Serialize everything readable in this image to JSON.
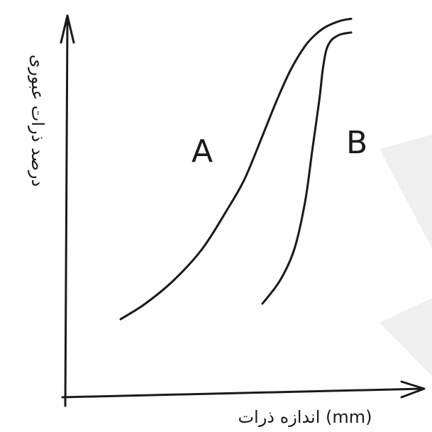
{
  "chart_data": {
    "type": "line",
    "title": "",
    "xlabel": "(mm) اندازه ذرات",
    "ylabel": "درصد ذرات عبوری",
    "x_ticks": [],
    "y_ticks": [],
    "xlim": [
      0,
      100
    ],
    "ylim": [
      0,
      100
    ],
    "grid": false,
    "legend": "none",
    "series": [
      {
        "name": "A",
        "color": "#1a1a1a",
        "x": [
          15,
          22,
          30,
          38,
          45,
          50,
          55,
          59,
          63,
          67,
          70,
          73,
          77,
          80
        ],
        "y": [
          20,
          24,
          30,
          38,
          48,
          56,
          67,
          76,
          84,
          90,
          93,
          95,
          96.5,
          97
        ]
      },
      {
        "name": "B",
        "color": "#1a1a1a",
        "x": [
          55,
          60,
          64,
          67,
          69,
          71,
          72,
          73,
          74,
          75,
          77,
          80
        ],
        "y": [
          24,
          30,
          38,
          50,
          63,
          76,
          84,
          89,
          91,
          92,
          93,
          93.5
        ]
      }
    ],
    "annotations": [
      {
        "text": "A",
        "series": "A"
      },
      {
        "text": "B",
        "series": "B"
      }
    ],
    "colors": {
      "ink": "#1a1a1a",
      "watermark": "#efefef",
      "background": "#ffffff"
    }
  }
}
